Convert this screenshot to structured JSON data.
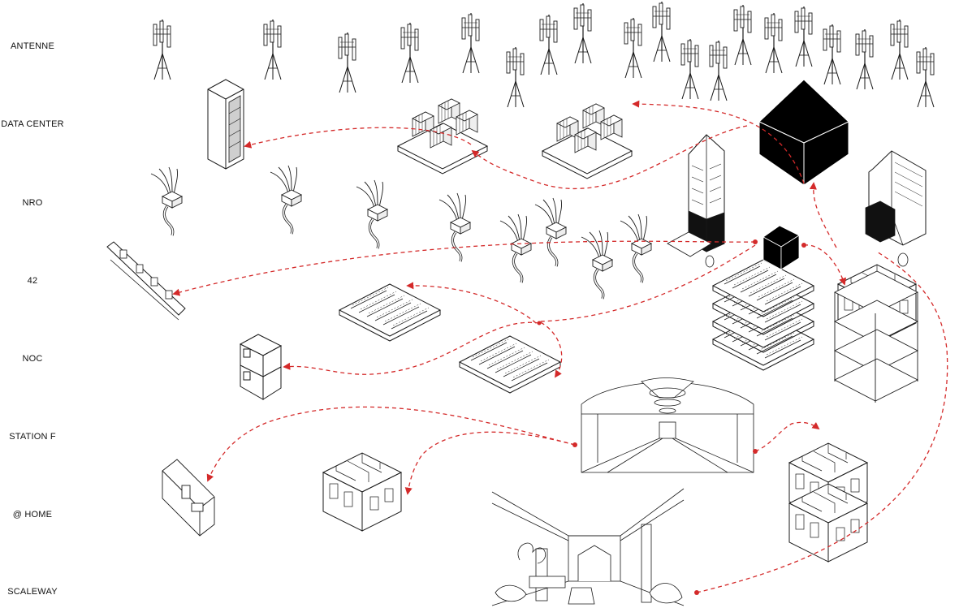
{
  "rows": [
    {
      "id": "antenne",
      "label": "ANTENNE"
    },
    {
      "id": "data-center",
      "label": "DATA CENTER"
    },
    {
      "id": "nro",
      "label": "NRO"
    },
    {
      "id": "42",
      "label": "42"
    },
    {
      "id": "noc",
      "label": "NOC"
    },
    {
      "id": "station-f",
      "label": "STATION F"
    },
    {
      "id": "home",
      "label": "@ HOME"
    },
    {
      "id": "scaleway",
      "label": "SCALEWAY"
    }
  ],
  "colors": {
    "ink": "#1a1a1a",
    "flow": "#d42a2a",
    "background": "#ffffff",
    "solid": "#000000"
  },
  "icons": {
    "antenna": "cell-tower-icon",
    "rack": "server-rack-icon",
    "datacenter": "container-datacenter-icon",
    "nro": "fiber-junction-box-icon",
    "school": "workstation-floor-icon",
    "noc": "stacked-box-icon",
    "station": "hall-perspective-icon",
    "home": "apartment-isometric-icon"
  }
}
